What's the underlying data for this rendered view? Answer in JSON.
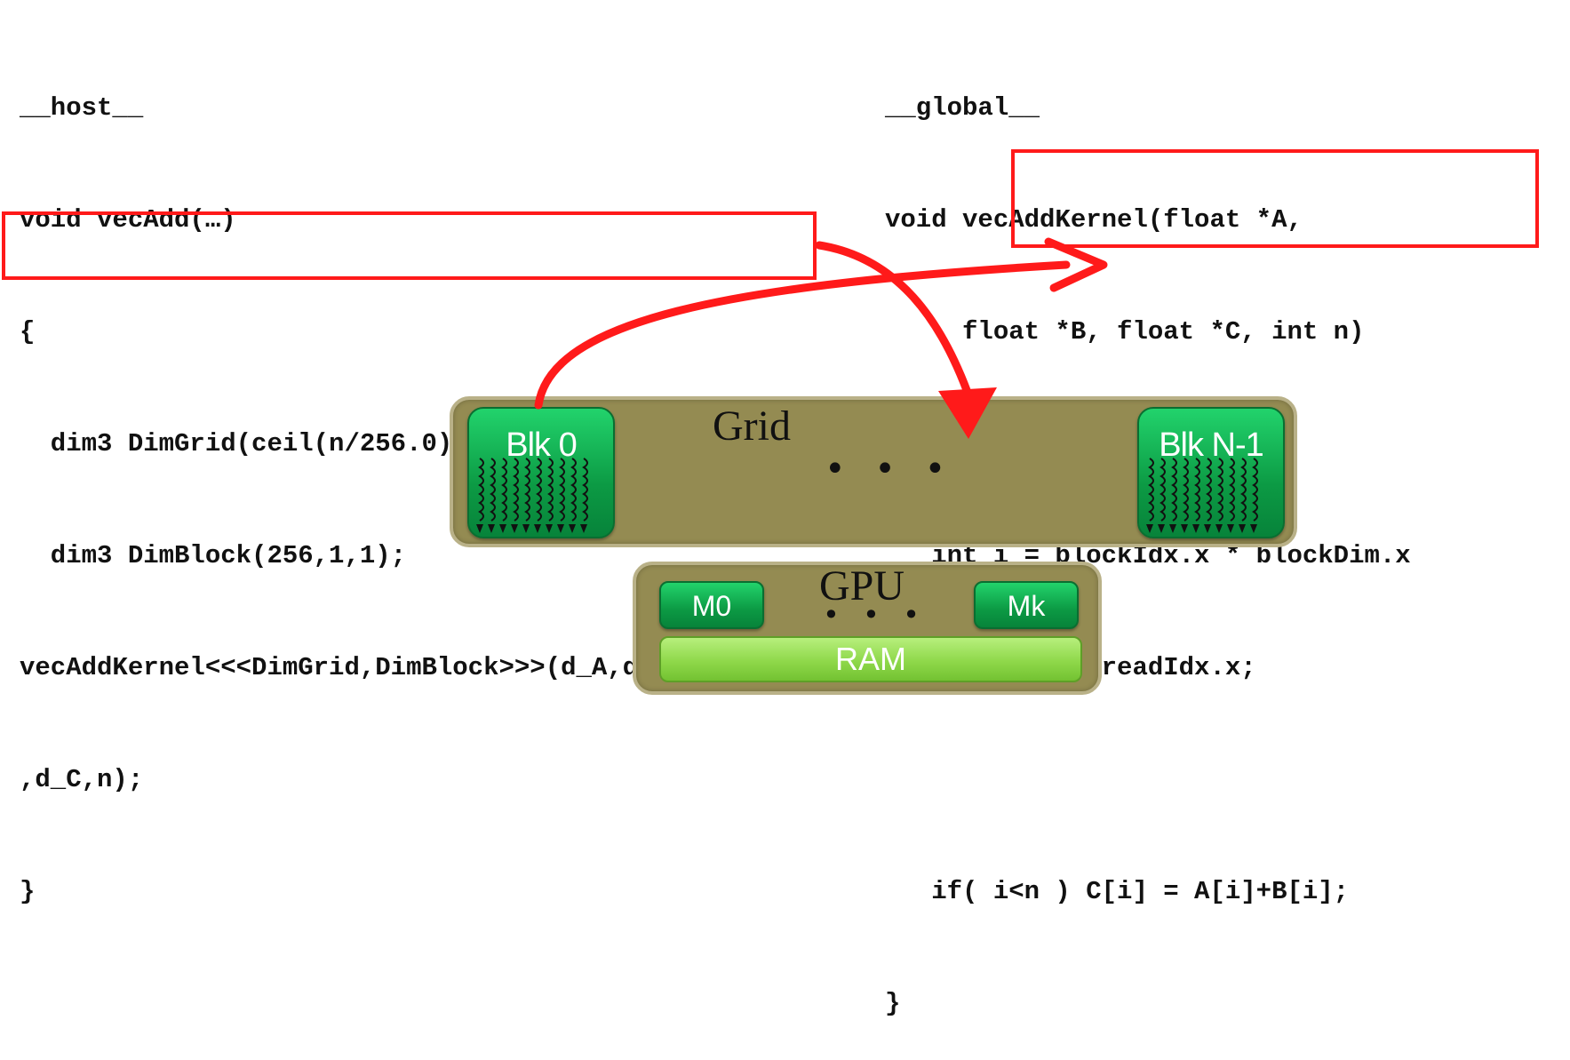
{
  "host_code": {
    "lines": [
      "__host__",
      "void vecAdd(…)",
      "{",
      "  dim3 DimGrid(ceil(n/256.0),1,1);",
      "  dim3 DimBlock(256,1,1);",
      "vecAddKernel<<<DimGrid,DimBlock>>>(d_A,d_B",
      ",d_C,n);",
      "}"
    ]
  },
  "kernel_code": {
    "lines": [
      "__global__",
      "void vecAddKernel(float *A,",
      "     float *B, float *C, int n)",
      "{",
      "   int i = blockIdx.x * blockDim.x",
      "          + threadIdx.x;",
      "",
      "   if( i<n ) C[i] = A[i]+B[i];",
      "}"
    ]
  },
  "grid": {
    "title": "Grid",
    "block_first": "Blk 0",
    "block_last": "Blk N-1",
    "ellipsis": "• • •"
  },
  "gpu": {
    "title": "GPU",
    "sm_first": "M0",
    "sm_last": "Mk",
    "ram": "RAM",
    "ellipsis": "• • •"
  },
  "colors": {
    "highlight": "#ff1a1a",
    "panel": "#948b52",
    "block_green": "#0c9a44",
    "ram_green": "#8fd84a"
  }
}
